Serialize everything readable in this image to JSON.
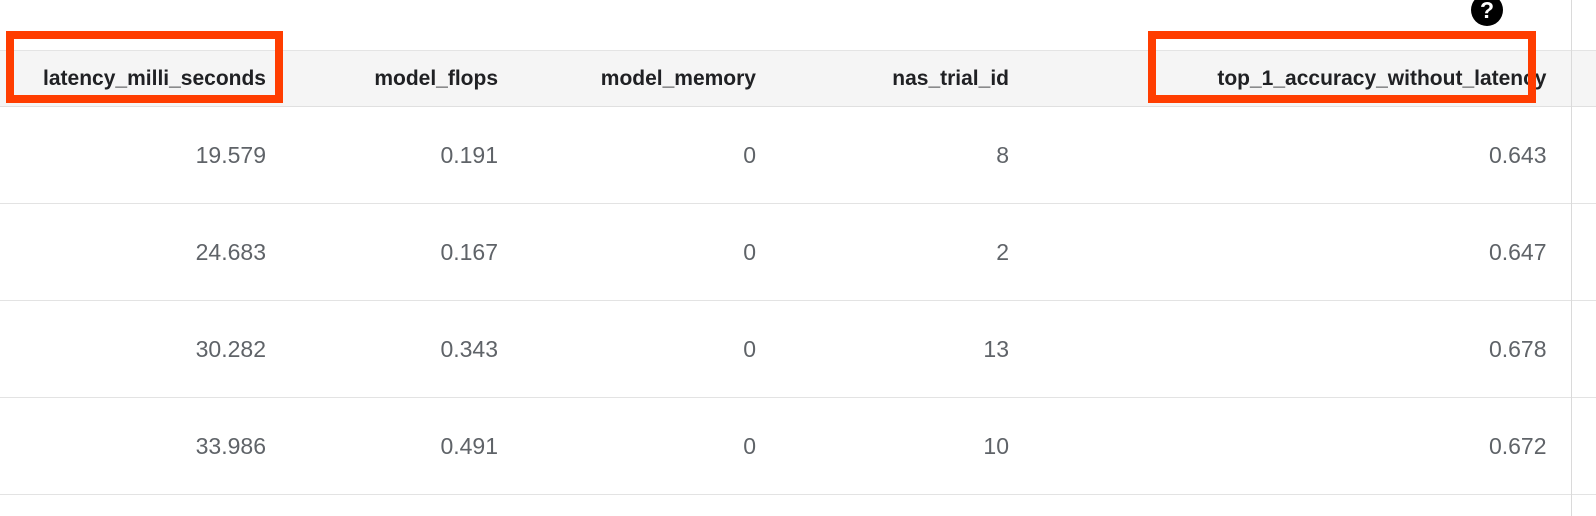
{
  "table": {
    "columns": [
      {
        "key": "latency_milli_seconds",
        "label": "latency_milli_seconds",
        "class": "col-latency"
      },
      {
        "key": "model_flops",
        "label": "model_flops",
        "class": "col-flops"
      },
      {
        "key": "model_memory",
        "label": "model_memory",
        "class": "col-memory"
      },
      {
        "key": "nas_trial_id",
        "label": "nas_trial_id",
        "class": "col-nastrial"
      },
      {
        "key": "top_1_accuracy_without_latency",
        "label": "top_1_accuracy_without_latency",
        "class": "col-top1"
      }
    ],
    "rows": [
      {
        "latency_milli_seconds": "19.579",
        "model_flops": "0.191",
        "model_memory": "0",
        "nas_trial_id": "8",
        "top_1_accuracy_without_latency": "0.643"
      },
      {
        "latency_milli_seconds": "24.683",
        "model_flops": "0.167",
        "model_memory": "0",
        "nas_trial_id": "2",
        "top_1_accuracy_without_latency": "0.647"
      },
      {
        "latency_milli_seconds": "30.282",
        "model_flops": "0.343",
        "model_memory": "0",
        "nas_trial_id": "13",
        "top_1_accuracy_without_latency": "0.678"
      },
      {
        "latency_milli_seconds": "33.986",
        "model_flops": "0.491",
        "model_memory": "0",
        "nas_trial_id": "10",
        "top_1_accuracy_without_latency": "0.672"
      }
    ]
  },
  "help": {
    "icon": "help-question-icon",
    "glyph": "?"
  },
  "annotations": [
    {
      "name": "highlight-latency-column-header",
      "target": "latency_milli_seconds",
      "color": "#ff3d00"
    },
    {
      "name": "highlight-top1-accuracy-column-header",
      "target": "top_1_accuracy_without_latency",
      "color": "#ff3d00"
    }
  ]
}
